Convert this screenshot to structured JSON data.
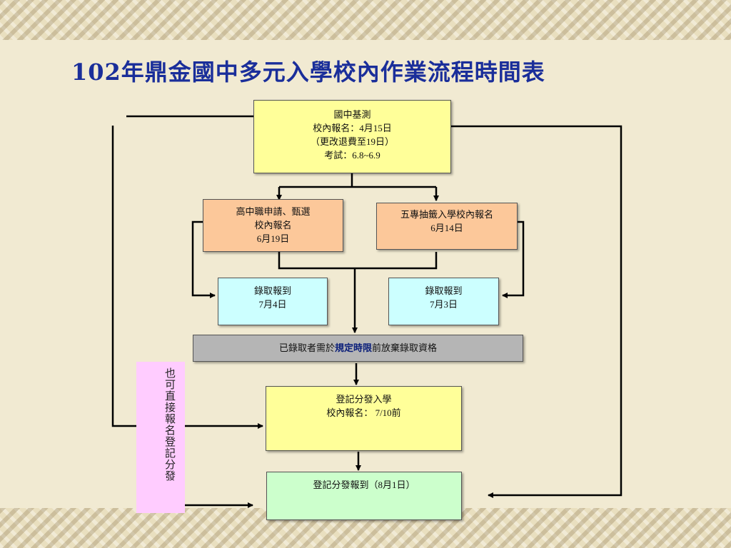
{
  "title": "102年鼎金國中多元入學校內作業流程時間表",
  "boxes": {
    "basic_test": {
      "lines": [
        "國中基測",
        "校內報名：4月15日",
        "（更改退費至19日）",
        "考試：6.8~6.9"
      ]
    },
    "high_school_apply": {
      "lines": [
        "高中職申請、甄選",
        "校內報名",
        "6月19日"
      ]
    },
    "five_year_lottery": {
      "lines": [
        "五專抽籤入學校內報名",
        "6月14日"
      ]
    },
    "admission_report_left": {
      "lines": [
        "錄取報到",
        "7月4日"
      ]
    },
    "admission_report_right": {
      "lines": [
        "錄取報到",
        "7月3日"
      ]
    },
    "abandon_notice": {
      "prefix": "已錄取者需於",
      "emphasis": "規定時限",
      "suffix": "前放棄錄取資格"
    },
    "registration_distribution": {
      "lines": [
        "登記分發入學",
        "校內報名： 7/10前"
      ]
    },
    "distribution_report": {
      "lines": [
        "登記分發報到（8月1日）"
      ]
    },
    "side_note": {
      "text": "也可直接報名登記分發"
    }
  },
  "colors": {
    "title": "#1a2e9a",
    "yellow": "#ffff99",
    "orange": "#fcc89a",
    "cyan": "#ccffff",
    "green": "#ccffcc",
    "gray": "#b5b5b5",
    "pink": "#ffccff"
  }
}
